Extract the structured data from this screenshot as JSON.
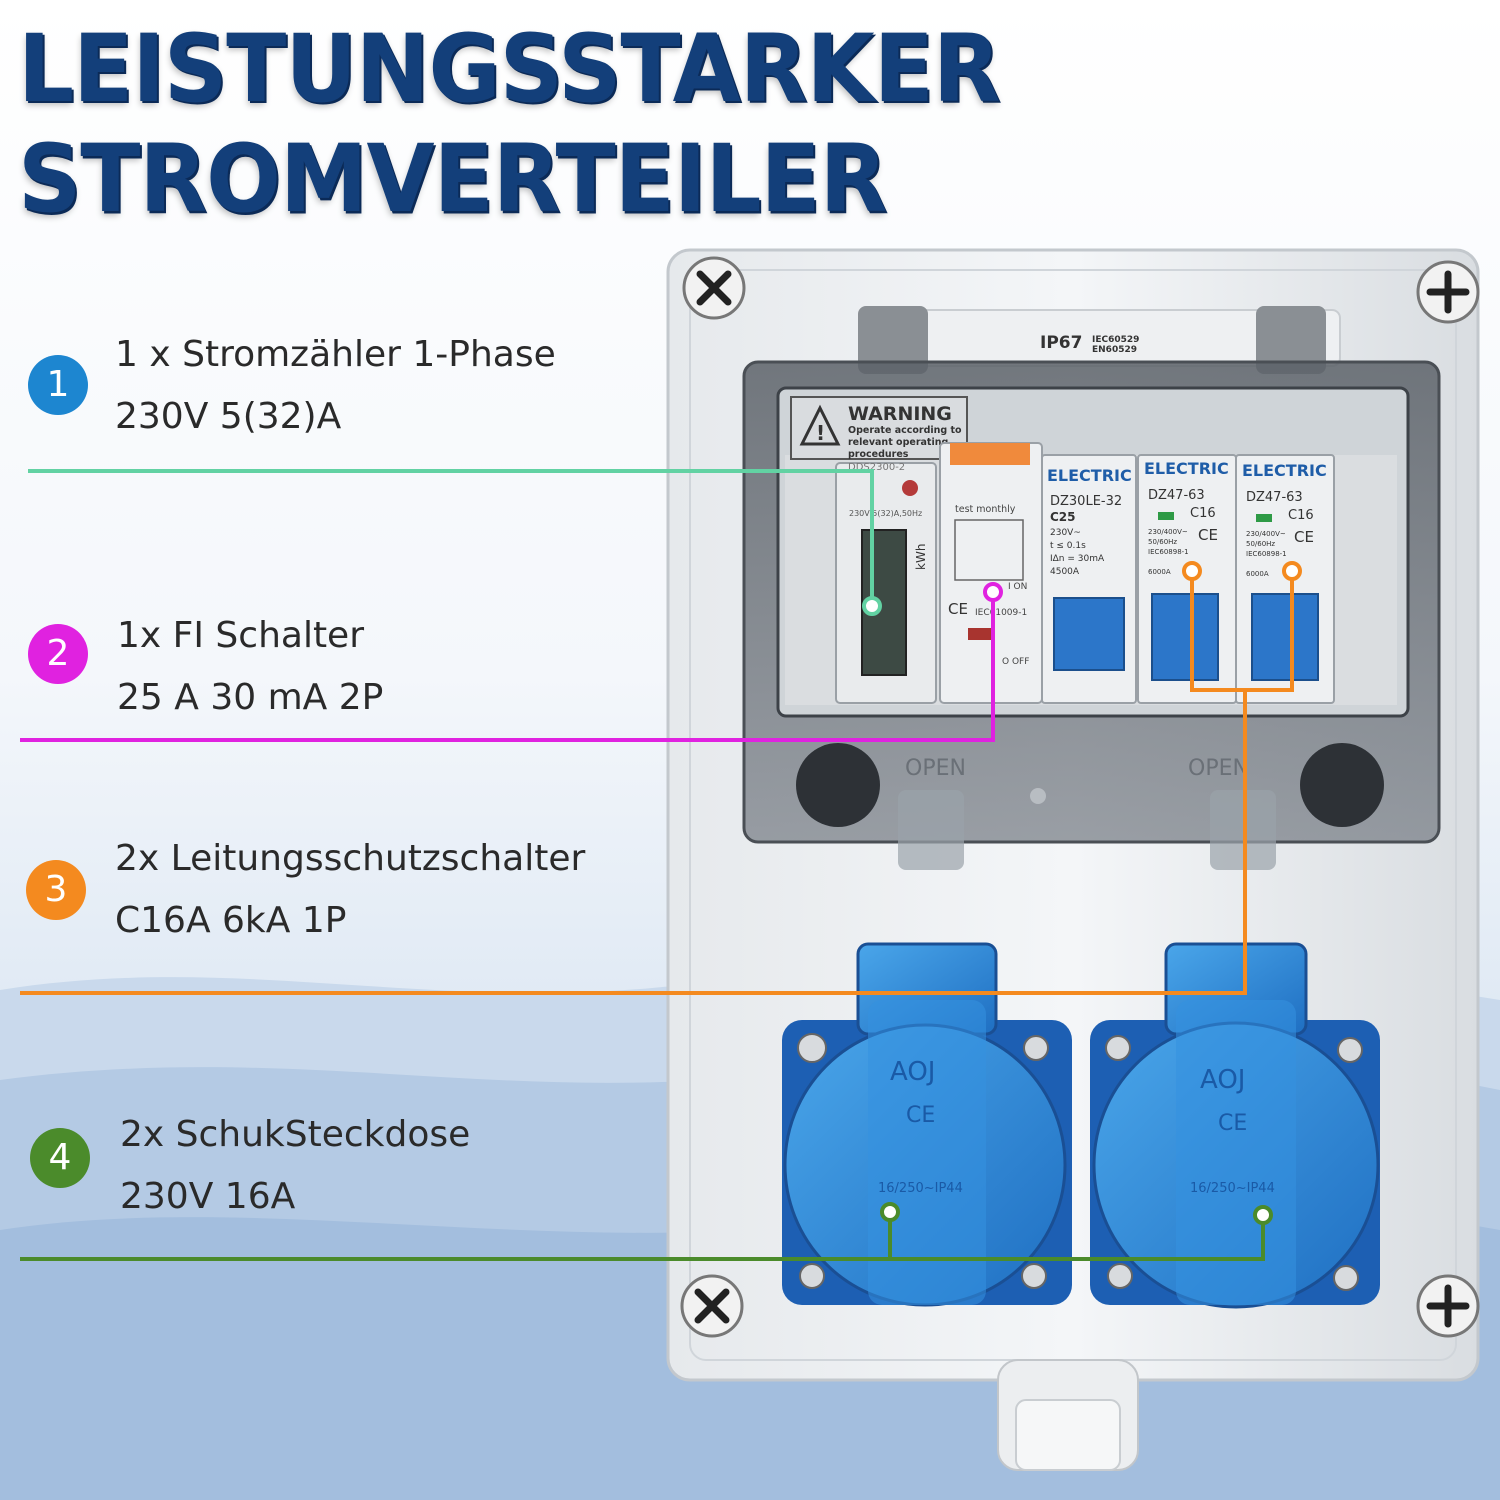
{
  "title": {
    "line1": "LEISTUNGSSTARKER",
    "line2": "STROMVERTEILER"
  },
  "features": [
    {
      "number": "1",
      "line1": "1 x Stromzähler 1-Phase",
      "line2": "230V 5(32)A",
      "color": "#1d86d0"
    },
    {
      "number": "2",
      "line1": "1x FI Schalter",
      "line2": "25 A 30 mA 2P",
      "color": "#e022e0"
    },
    {
      "number": "3",
      "line1": "2x Leitungsschutzschalter",
      "line2": "C16A 6kA 1P",
      "color": "#f48a1f"
    },
    {
      "number": "4",
      "line1": "2x SchukSteckdose",
      "line2": "230V 16A",
      "color": "#4b8b2b"
    }
  ],
  "product": {
    "cover_label": "IP67",
    "cover_standards_1": "IEC60529",
    "cover_standards_2": "EN60529",
    "warning_title": "WARNING",
    "warning_line1": "Operate according to",
    "warning_line2": "relevant operating",
    "warning_line3": "procedures",
    "meter_model": "DDS2300-2",
    "meter_rating": "230V 5(32)A,50Hz",
    "meter_unit": "kWh",
    "rcd_test": "test monthly",
    "rcd_on": "I ON",
    "rcd_off": "O OFF",
    "rcd_standard": "IEC61009-1",
    "rcd_brand": "ELECTRIC",
    "rcd_model": "DZ30LE-32",
    "rcd_rating": "C25",
    "rcd_voltage": "230V~",
    "rcd_time": "t ≤ 0.1s",
    "rcd_residual": "IΔn = 30mA",
    "rcd_breaking": "4500A",
    "mcb_brand": "ELECTRIC",
    "mcb_model": "DZ47-63",
    "mcb_rating": "C16",
    "mcb_voltage": "230/400V~",
    "mcb_freq": "50/60Hz",
    "mcb_standard": "IEC60898-1",
    "mcb_breaking": "6000A",
    "open_label": "OPEN",
    "socket_brand": "AOJ",
    "socket_rating": "16/250~IP44"
  }
}
